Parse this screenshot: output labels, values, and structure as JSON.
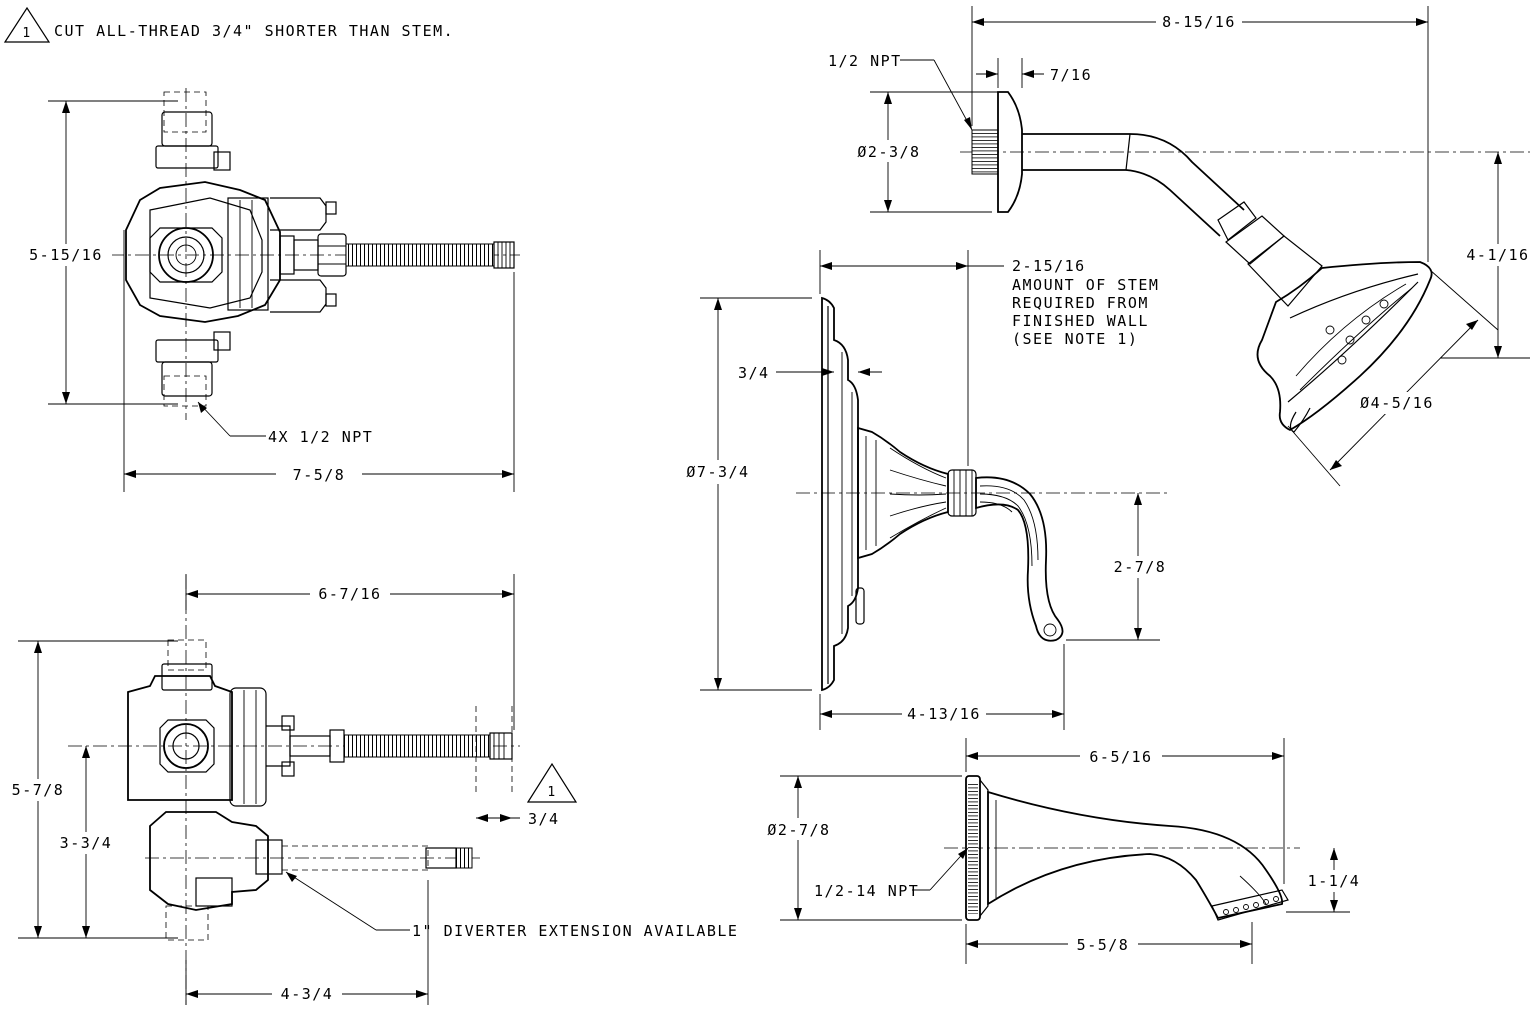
{
  "note": {
    "marker": "1",
    "text": "CUT ALL-THREAD 3/4\" SHORTER THAN STEM."
  },
  "valve_front": {
    "height_dim": "5-15/16",
    "width_dim": "7-5/8",
    "ports_callout": "4X 1/2 NPT"
  },
  "valve_side": {
    "width_dim": "6-7/16",
    "height_dim": "5-7/8",
    "center_dim": "3-3/4",
    "depth_dim": "4-3/4",
    "cut_dim": "3/4",
    "note_marker": "1",
    "diverter_callout": "1\" DIVERTER EXTENSION AVAILABLE"
  },
  "shower_arm": {
    "npt_callout": "1/2 NPT",
    "flange_thk": "7/16",
    "flange_dia": "Ø2-3/8",
    "reach_dim": "8-15/16",
    "drop_dim": "4-1/16",
    "head_dia": "Ø4-5/16"
  },
  "trim": {
    "stem_dim": "2-15/16",
    "stem_note": [
      "AMOUNT OF STEM",
      "REQUIRED FROM",
      "FINISHED WALL",
      "(SEE NOTE 1)"
    ],
    "plate_thk": "3/4",
    "plate_dia": "Ø7-3/4",
    "handle_drop": "2-7/8",
    "handle_reach": "4-13/16"
  },
  "spout": {
    "length_dim": "6-5/16",
    "dia_dim": "Ø2-7/8",
    "npt_callout": "1/2-14 NPT",
    "outlet_dim": "1-1/4",
    "reach_dim": "5-5/8"
  }
}
